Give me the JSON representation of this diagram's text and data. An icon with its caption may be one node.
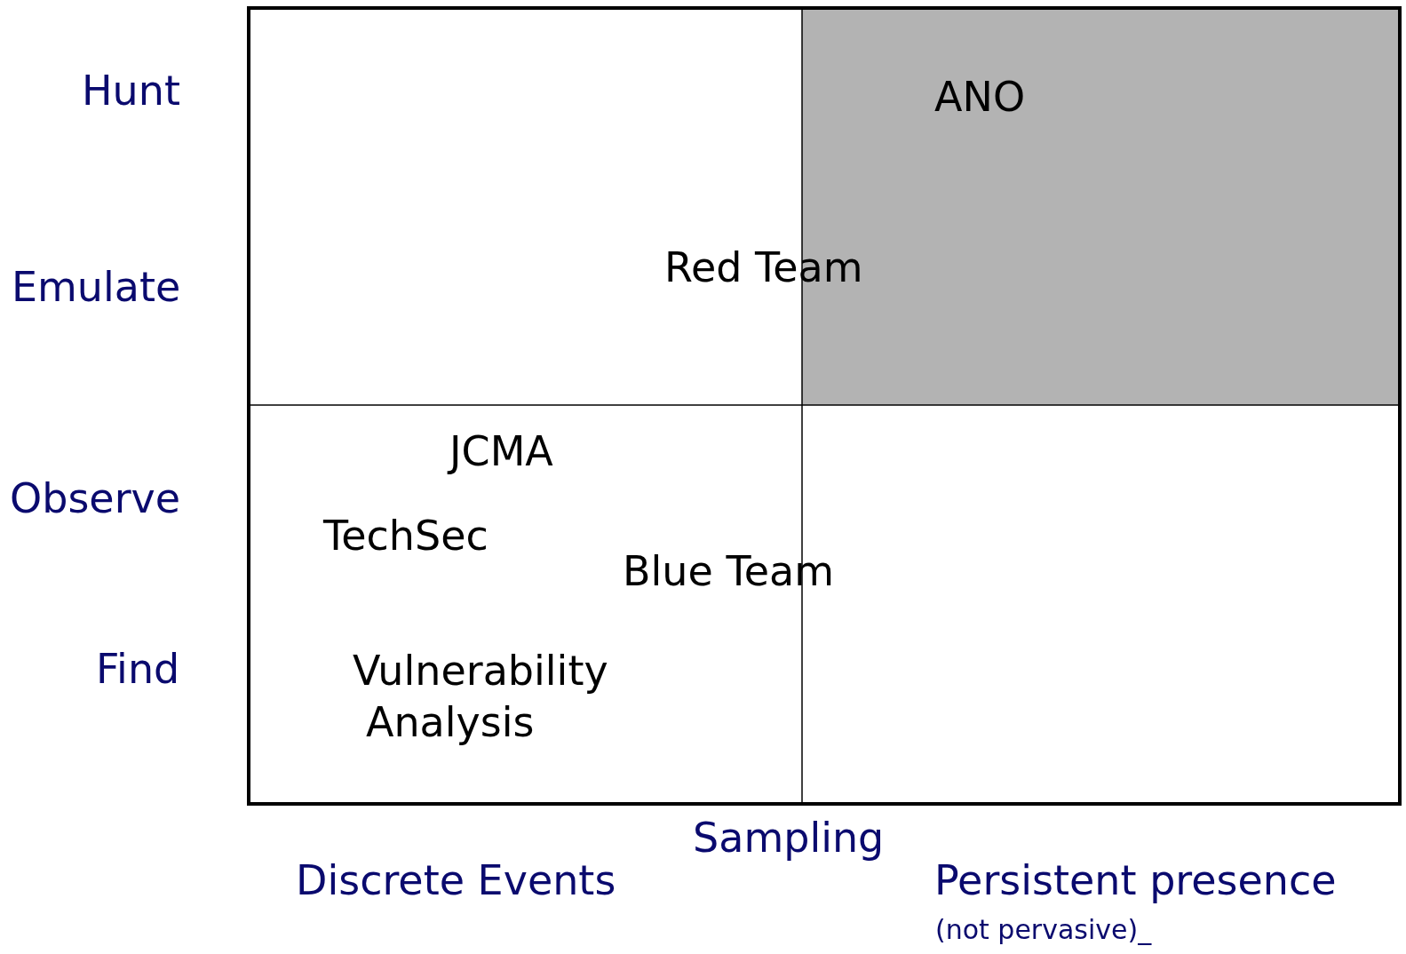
{
  "diagram": {
    "labels": [
      "Hunt",
      "ANO",
      "Red Team",
      "Emulate",
      "JCMA",
      "Observe",
      "TechSec",
      "Blue Team",
      "Find",
      "Vulnerability Analysis",
      "Sampling",
      "Discrete Events",
      "Persistent presence",
      "(not pervasive)_"
    ]
  }
}
